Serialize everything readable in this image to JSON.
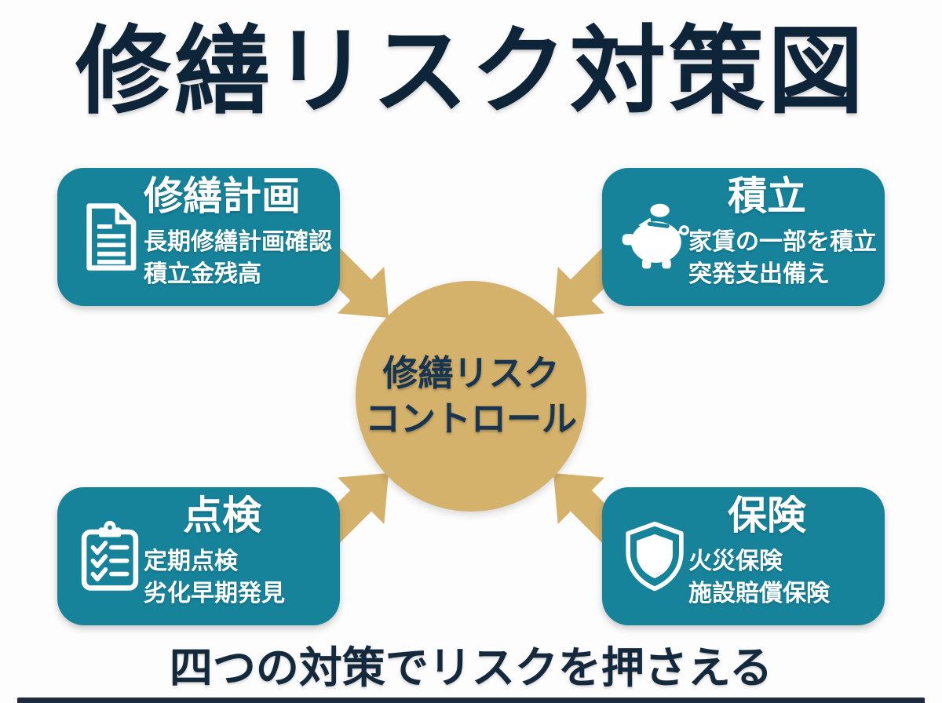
{
  "title": "修繕リスク対策図",
  "center": {
    "line1": "修繕リスク",
    "line2": "コントロール"
  },
  "cards": [
    {
      "heading": "修繕計画",
      "line1": "長期修繕計画確認",
      "line2": "積立金残高",
      "icon": "document-icon"
    },
    {
      "heading": "積立",
      "line1": "家賃の一部を積立",
      "line2": "突発支出備え",
      "icon": "piggy-bank-icon"
    },
    {
      "heading": "点検",
      "line1": "定期点検",
      "line2": "劣化早期発見",
      "icon": "clipboard-check-icon"
    },
    {
      "heading": "保険",
      "line1": "火災保険",
      "line2": "施設賠償保険",
      "icon": "shield-icon"
    }
  ],
  "caption": "四つの対策でリスクを押さえる",
  "colors": {
    "teal": "#16839A",
    "gold": "#D4B26B",
    "title_navy": "#0E2438",
    "circle_text_navy": "#1A3550",
    "card_text": "#FFFFFF",
    "background": "#FDFDFD"
  }
}
